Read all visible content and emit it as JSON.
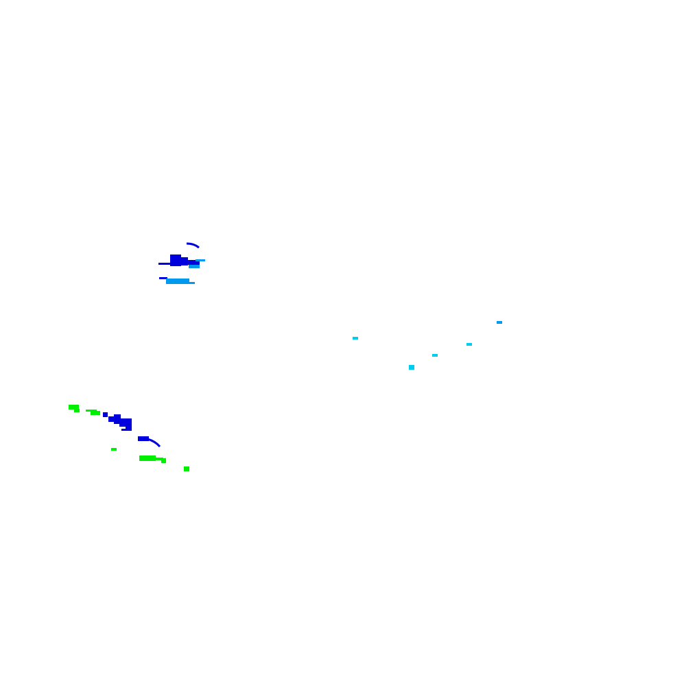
{
  "background": "#ffffff",
  "palette": {
    "blue": "#0000dd",
    "sky_blue": "#0099ee",
    "cyan": "#00ccee",
    "green": "#00ee00"
  },
  "groups": [
    {
      "name": "upper-left-cluster",
      "colors": [
        "blue",
        "sky_blue"
      ]
    },
    {
      "name": "center-right-cluster",
      "colors": [
        "cyan",
        "sky_blue"
      ]
    },
    {
      "name": "lower-left-cluster",
      "colors": [
        "green",
        "blue"
      ]
    }
  ]
}
